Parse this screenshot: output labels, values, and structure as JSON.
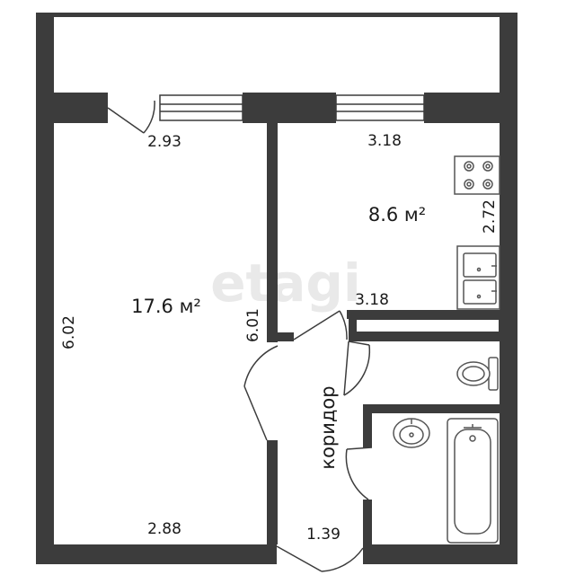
{
  "watermark": "etagi",
  "rooms": {
    "main_room": {
      "area": "17.6 м²",
      "top_width": "2.93",
      "bottom_width": "2.88",
      "left_length": "6.02",
      "right_length": "6.01"
    },
    "kitchen": {
      "area": "8.6 м²",
      "top_width": "3.18",
      "bottom_width": "3.18",
      "right_length": "2.72"
    },
    "corridor": {
      "label": "коридор",
      "bottom_width": "1.39"
    }
  },
  "colors": {
    "wall": "#3c3c3c",
    "fixture_stroke": "#555555",
    "background": "#ffffff"
  }
}
